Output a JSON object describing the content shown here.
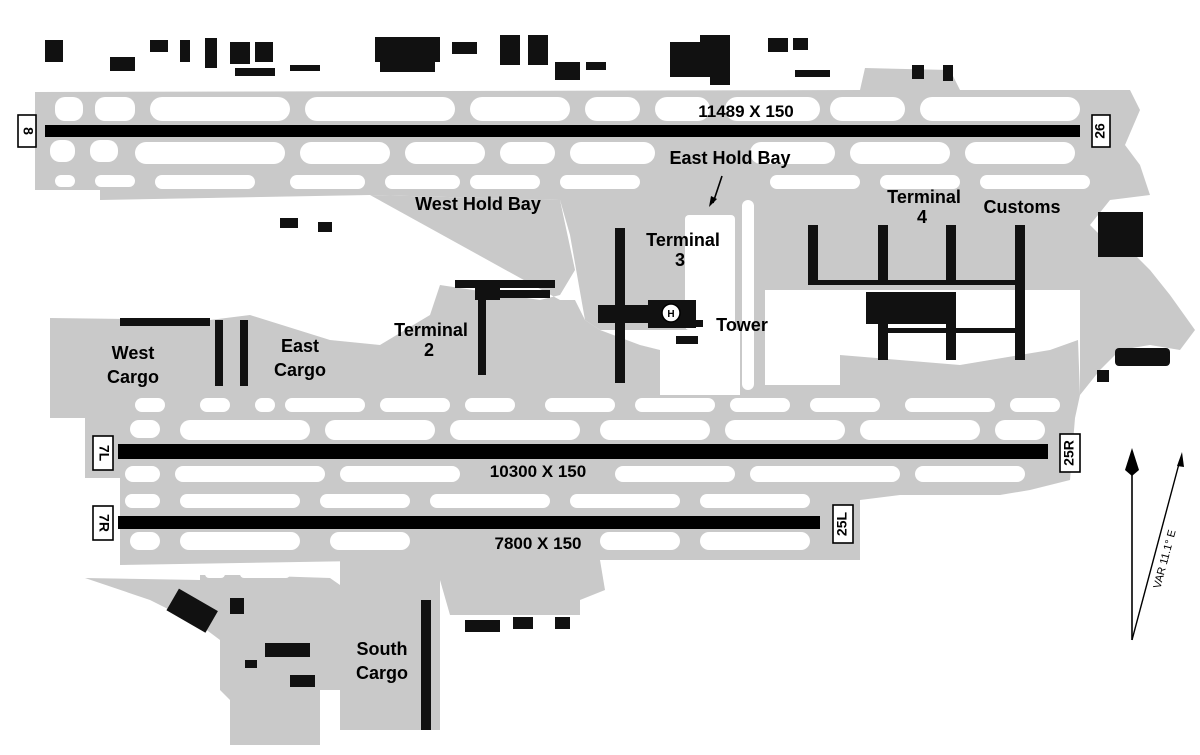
{
  "runways": {
    "north": {
      "dimensions": "11489 X 150",
      "west_end": "8",
      "east_end": "26"
    },
    "middle": {
      "dimensions": "10300 X 150",
      "west_end": "7L",
      "east_end": "25R"
    },
    "south": {
      "dimensions": "7800 X 150",
      "west_end": "7R",
      "east_end": "25L"
    }
  },
  "labels": {
    "west_hold_bay": "West Hold Bay",
    "east_hold_bay": "East Hold Bay",
    "terminal2_line1": "Terminal",
    "terminal2_line2": "2",
    "terminal3_line1": "Terminal",
    "terminal3_line2": "3",
    "terminal4_line1": "Terminal",
    "terminal4_line2": "4",
    "customs": "Customs",
    "tower": "Tower",
    "west_cargo_line1": "West",
    "west_cargo_line2": "Cargo",
    "east_cargo_line1": "East",
    "east_cargo_line2": "Cargo",
    "south_cargo_line1": "South",
    "south_cargo_line2": "Cargo",
    "helipad": "H"
  },
  "compass": {
    "variation": "VAR 11.1° E"
  },
  "colors": {
    "pavement": "#c9c9c9",
    "runway": "#000000",
    "building": "#111111",
    "background": "#ffffff"
  }
}
